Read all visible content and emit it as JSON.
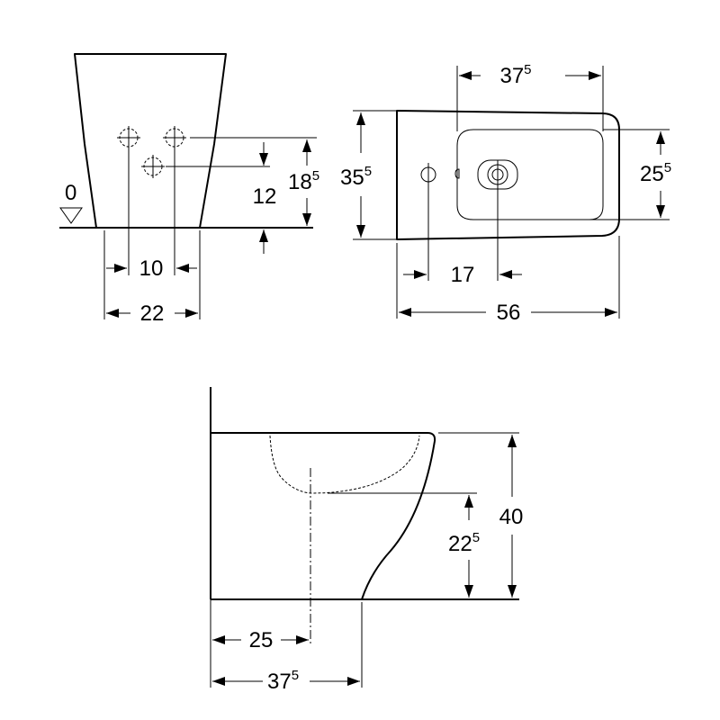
{
  "front_view": {
    "floor_level": "0",
    "dim_inlet_spacing": "10",
    "dim_width": "22",
    "dim_lower_inlet_height": "12",
    "dim_upper_inlet_height": {
      "main": "18",
      "sup": "5"
    }
  },
  "top_view": {
    "dim_bowl_length": {
      "main": "37",
      "sup": "5"
    },
    "dim_width": {
      "main": "35",
      "sup": "5"
    },
    "dim_bowl_width": {
      "main": "25",
      "sup": "5"
    },
    "dim_tap_hole_offset": "17",
    "dim_length": "56"
  },
  "side_view": {
    "dim_height": "40",
    "dim_outlet_height": {
      "main": "22",
      "sup": "5"
    },
    "dim_outlet_distance": "25",
    "dim_base_depth": {
      "main": "37",
      "sup": "5"
    }
  }
}
